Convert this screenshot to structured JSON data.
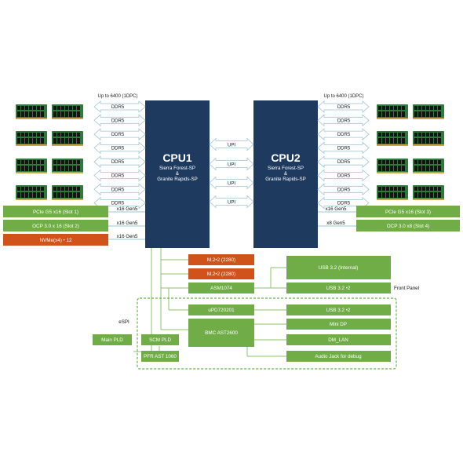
{
  "colors": {
    "cpu": "#1e3a5f",
    "green": "#70ad47",
    "orange": "#d0531c",
    "arrow_fill": "#ffffff",
    "arrow_stroke": "#9ec5d4",
    "line": "#8dc36a",
    "dashed": "#6ab04c",
    "dimm_pcb": "#2f7a3a",
    "dimm_chip": "#141414"
  },
  "cpu1": {
    "title": "CPU1",
    "line1": "Sierra Forest-SP",
    "line2": "&",
    "line3": "Granite Rapids-SP"
  },
  "cpu2": {
    "title": "CPU2",
    "line1": "Sierra Forest-SP",
    "line2": "&",
    "line3": "Granite Rapids-SP"
  },
  "memory": {
    "speed_left": "Up to 6400 (1DPC)",
    "speed_right": "Up to 6400 (1DPC)",
    "ddr_label": "DDR5",
    "channels_per_side": 8
  },
  "upi_links": [
    "UPI",
    "UPI",
    "UPI",
    "UPI"
  ],
  "left_io": [
    {
      "label": "PCIe G5 x16 (Slot 1)",
      "link": "x16 Gen5",
      "color": "green"
    },
    {
      "label": "OCP 3.0 x 16 (Slot 2)",
      "link": "x16 Gen5",
      "color": "green"
    },
    {
      "label": "NVMe(x4) • 12",
      "link": "x16 Gen5",
      "color": "orange"
    }
  ],
  "right_io": [
    {
      "label": "PCIe G5 x16 (Slot 3)",
      "link": "x16 Gen5",
      "color": "green"
    },
    {
      "label": "OCP 3.0 x8 (Slot 4)",
      "link": "x8 Gen5",
      "color": "green"
    }
  ],
  "pch_devices": {
    "m2_a": "M.2•2 (2280)",
    "m2_b": "M.2•2 (2280)",
    "asm": "ASM1074",
    "upd": "uPD720201",
    "bmc": "BMC AST2600",
    "scm": "SCM PLD",
    "pfr": "PFR AST 1060",
    "main_pld": "Main PLD",
    "espi": "eSPI"
  },
  "front_panel": {
    "usb_internal": "USB 3.2 (Internal)",
    "usb_front": "USB 3.2 •2",
    "label": "Front Panel"
  },
  "rear_io": {
    "usb": "USB 3.2 •2",
    "minidp": "Mini DP",
    "lan": "DM_LAN",
    "audio": "Audio Jack for debug"
  }
}
